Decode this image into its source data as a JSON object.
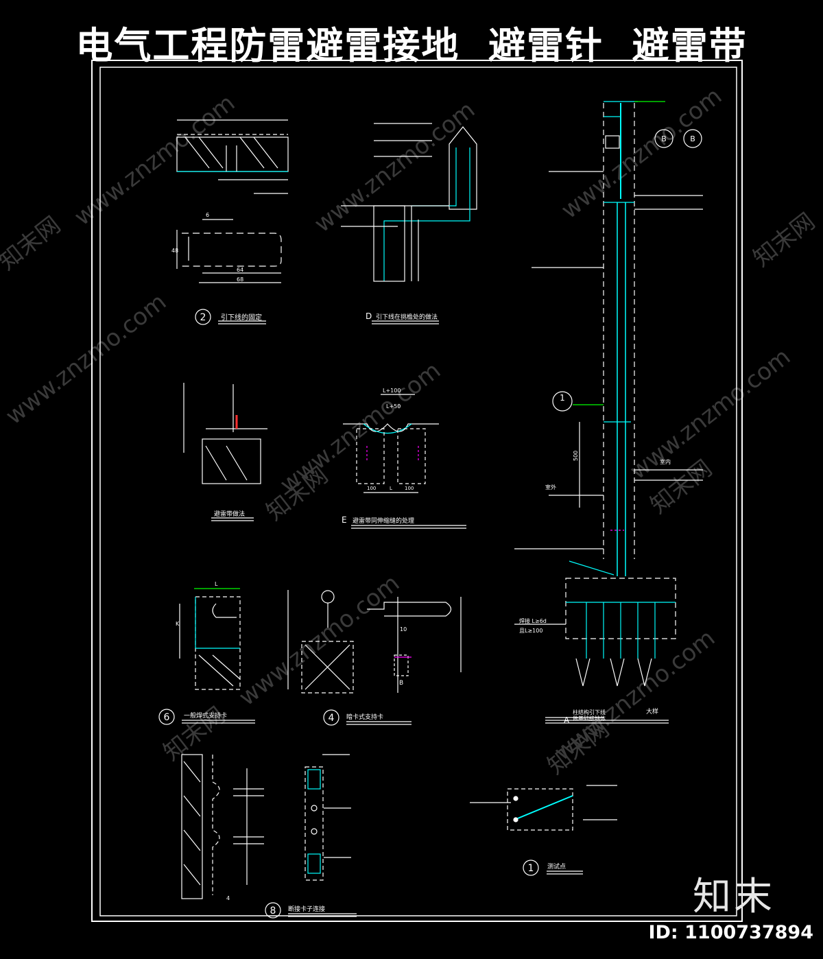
{
  "title": "电气工程防雷避雷接地  避雷针  避雷带",
  "watermark": "www.znzmo.com",
  "watermark_cn": "知末网",
  "brand": "知末",
  "id_label": "ID: 1100737894",
  "colors": {
    "line": "#ffffff",
    "accent": "#00ffff",
    "green": "#00ff00",
    "magenta": "#ff00ff",
    "red": "#ff3030",
    "background": "#000000"
  },
  "details": {
    "d2": {
      "number": "2",
      "caption": "引下线的固定",
      "dims": [
        "6",
        "48",
        "64",
        "68"
      ]
    },
    "dD": {
      "letter": "D",
      "caption": "引下线在挑檐处的做法"
    },
    "dE": {
      "letter": "E",
      "caption": "避雷带同伸缩缝的处理",
      "dims": [
        "L+100",
        "L+50",
        "100",
        "L",
        "100"
      ]
    },
    "dTop": {
      "caption": "避雷带做法"
    },
    "d6": {
      "number": "6",
      "caption": "一般焊式支持卡",
      "dims": [
        "L",
        "K"
      ]
    },
    "d4": {
      "number": "4",
      "caption": "暗卡式支持卡",
      "dims": [
        "B",
        "10"
      ]
    },
    "d8": {
      "number": "8",
      "caption": "断接卡子连接",
      "dims": [
        "4"
      ]
    },
    "d1": {
      "number": "1",
      "caption": "测试点"
    },
    "dA": {
      "letter": "A",
      "caption1": "柱结构引下线",
      "caption2": "做基础接地体",
      "scale": "大样"
    },
    "circleB": "B",
    "circleRef": "1",
    "groundTag": "室外",
    "floorTag": "室内",
    "dimV": "500",
    "pileNote1": "焊接 L≥6d",
    "pileNote2": "且L≥100"
  }
}
